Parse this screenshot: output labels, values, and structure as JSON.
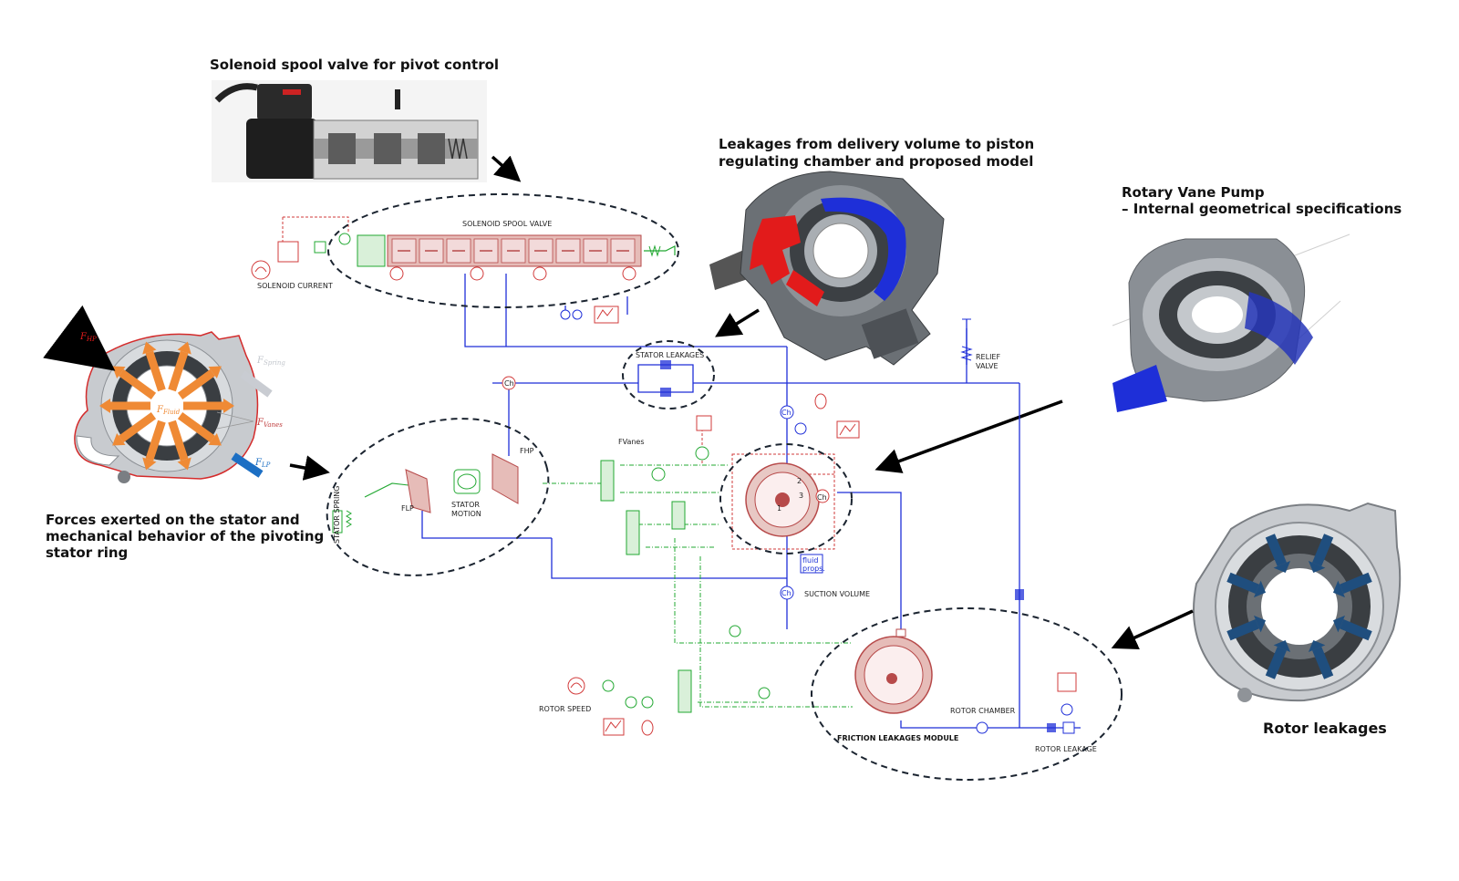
{
  "captions": {
    "solenoid_title": "Solenoid spool valve for pivot control",
    "leakages_line1": "Leakages from delivery volume to piston",
    "leakages_line2": "regulating chamber and proposed model",
    "pump_line1": "Rotary Vane Pump",
    "pump_line2": "– Internal geometrical specifications",
    "forces_line1": "Forces exerted on the stator and",
    "forces_line2": "mechanical behavior of the pivoting",
    "forces_line3": "stator ring",
    "rotor_leakages": "Rotor leakages"
  },
  "schematic_labels": {
    "solenoid_spool_valve": "SOLENOID SPOOL VALVE",
    "solenoid_current": "SOLENOID CURRENT",
    "stator_leakages": "STATOR LEAKAGES",
    "relief_valve_1": "RELIEF",
    "relief_valve_2": "VALVE",
    "fhp": "FHP",
    "flp": "FLP",
    "fvanes": "FVanes",
    "stator_spring": "STATOR SPRING",
    "stator_motion_1": "STATOR",
    "stator_motion_2": "MOTION",
    "fluid_props_1": "fluid",
    "fluid_props_2": "props.",
    "suction_volume": "SUCTION VOLUME",
    "rotor_speed": "ROTOR SPEED",
    "rotor_chamber": "ROTOR CHAMBER",
    "friction_leakages_module": "FRICTION LEAKAGES MODULE",
    "rotor_leakage": "ROTOR LEAKAGE"
  },
  "force_labels": {
    "f_hp_base": "F",
    "f_hp_sub": "HP",
    "f_spring_base": "F",
    "f_spring_sub": "Spring",
    "f_fluid_base": "F",
    "f_fluid_sub": "Fluid",
    "f_vanes_base": "F",
    "f_vanes_sub": "Vanes",
    "f_lp_base": "F",
    "f_lp_sub": "LP"
  },
  "chamber_numbers": [
    "1",
    "2",
    "3"
  ],
  "colors": {
    "hydraulic": "#1f2fd8",
    "signal": "#d23b3b",
    "mechanical": "#22a832",
    "annotation": "#1b2430",
    "force_hp": "#e21b1b",
    "force_lp": "#1c6fc4",
    "force_spring": "#c9ccd2",
    "force_fluid": "#ef8a35"
  }
}
